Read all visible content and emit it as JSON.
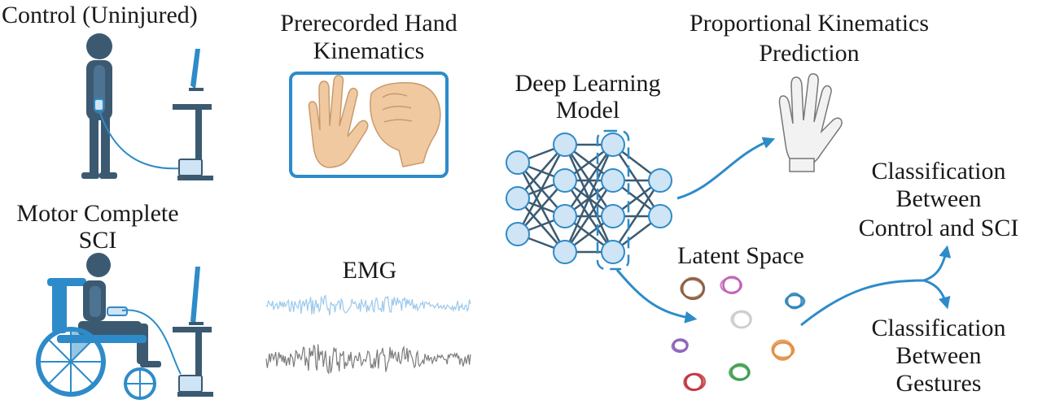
{
  "labels": {
    "control": "Control (Uninjured)",
    "motor_line1": "Motor Complete",
    "motor_line2": "SCI",
    "prerecorded_line1": "Prerecorded Hand",
    "prerecorded_line2": "Kinematics",
    "emg": "EMG",
    "deep_line1": "Deep Learning",
    "deep_line2": "Model",
    "proportional_line1": "Proportional Kinematics",
    "proportional_line2": "Prediction",
    "latent": "Latent Space",
    "class_sci_line1": "Classification",
    "class_sci_line2": "Between",
    "class_sci_line3": "Control and SCI",
    "class_gest_line1": "Classification",
    "class_gest_line2": "Between",
    "class_gest_line3": "Gestures"
  },
  "colors": {
    "figure_dark": "#3b5a72",
    "accent_blue": "#2e8bc9",
    "node_fill": "#cfe4f5",
    "emg_light": "#9cc9ec",
    "emg_dark": "#7b7b7b",
    "skin": "#f0c9a0",
    "clusters": [
      "#8b5a3c",
      "#c05fb0",
      "#2a7fb8",
      "#cccccc",
      "#8a5fb8",
      "#e08a3a",
      "#3a9a4a",
      "#c0303a"
    ]
  }
}
